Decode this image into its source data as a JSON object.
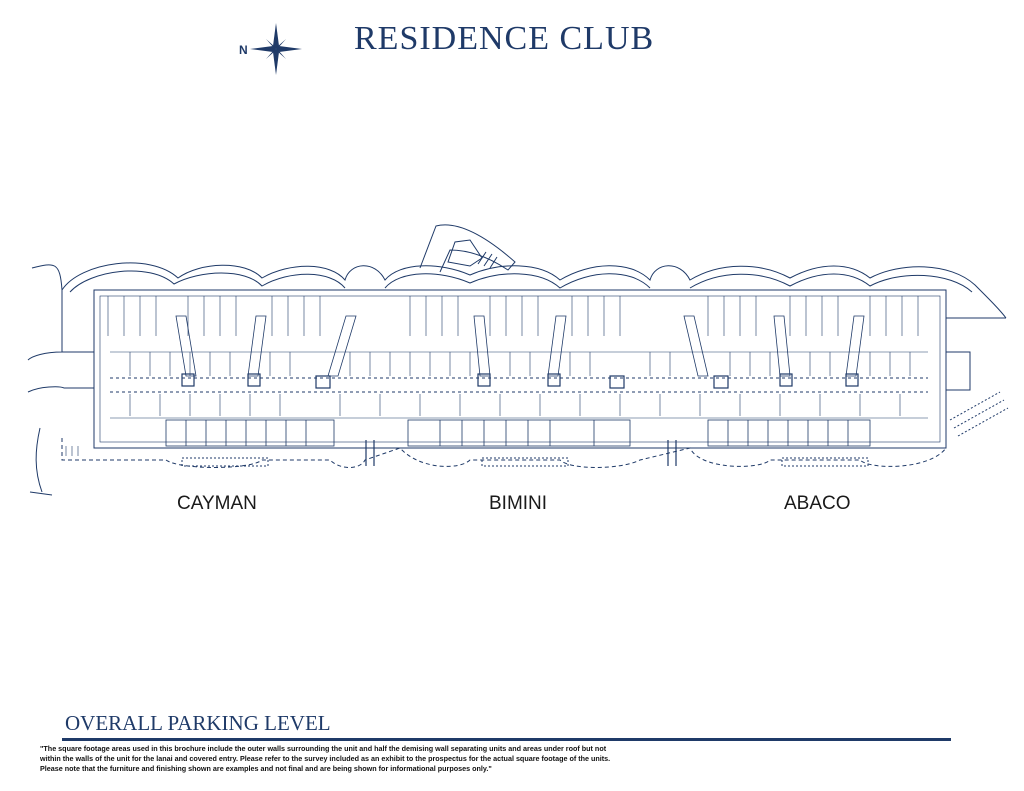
{
  "header": {
    "title": "RESIDENCE CLUB",
    "north_label": "N"
  },
  "buildings": [
    {
      "label": "CAYMAN"
    },
    {
      "label": "BIMINI"
    },
    {
      "label": "ABACO"
    }
  ],
  "footer": {
    "level_title": "OVERALL PARKING LEVEL",
    "disclaimer": "\"The square footage areas used in this brochure include the outer walls surrounding the unit and half the demising wall separating units and areas under roof but not within the walls of the unit for the lanai and covered entry. Please refer to the survey included as an exhibit to the prospectus for the actual square footage of the units.  Please note that the furniture and finishing shown are examples and not final and are being shown for informational purposes only.\""
  },
  "colors": {
    "line": "#1f3a68",
    "text": "#1a1a1a"
  }
}
